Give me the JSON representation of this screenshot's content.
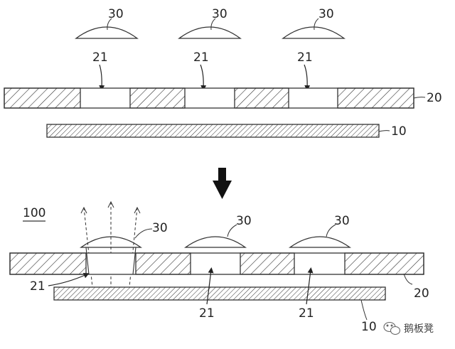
{
  "top": {
    "lens_label": "30",
    "hole_label": "21",
    "layer20_label": "20",
    "layer10_label": "10"
  },
  "bottom": {
    "assembly_label": "100",
    "lens_label": "30",
    "hole_label": "21",
    "layer20_label": "20",
    "layer10_label": "10"
  },
  "watermark": {
    "text": "鹅板凳"
  }
}
